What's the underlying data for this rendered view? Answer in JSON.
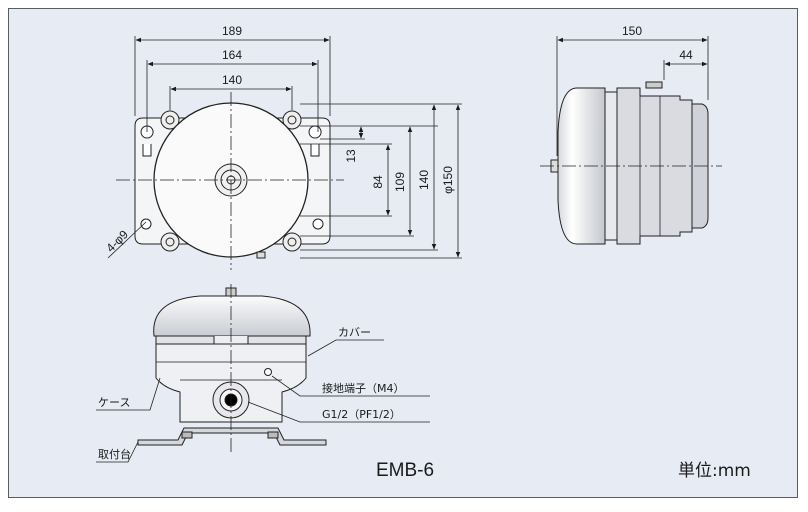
{
  "dimensions": {
    "width_189": "189",
    "width_164": "164",
    "width_140": "140",
    "height_13": "13",
    "height_84": "84",
    "height_109": "109",
    "height_140": "140",
    "dia_150": "φ150",
    "holes": "4-φ9",
    "side_150": "150",
    "side_44": "44"
  },
  "labels": {
    "cover": "カバー",
    "ground_terminal": "接地端子（M4）",
    "conduit": "G1/2（PF1/2）",
    "case": "ケース",
    "mount": "取付台"
  },
  "model": "EMB-6",
  "unit": "単位:mm",
  "colors": {
    "background": "#e6ebf4",
    "bell_fill": "#f4f5f7",
    "outline": "#222222"
  }
}
